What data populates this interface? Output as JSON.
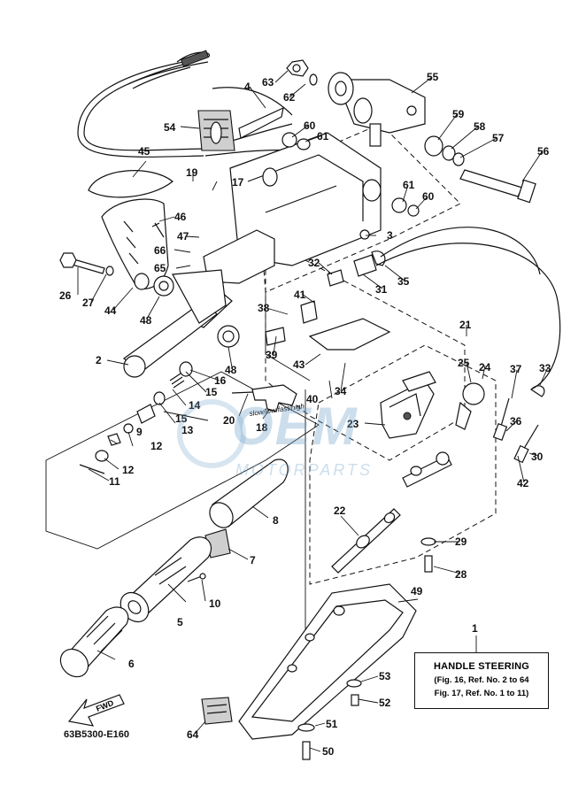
{
  "diagram_code": "63B5300-E160",
  "watermark": {
    "main": "OEM",
    "sub": "MOTORPARTS"
  },
  "fwd_arrow_text": "FWD",
  "note": {
    "title": "HANDLE STEERING",
    "line1": "(Fig. 16, Ref. No. 2 to 64",
    "line2": "Fig. 17, Ref. No. 1 to 11)"
  },
  "grip_stamp_text": "slow/low  fast/high",
  "part_numbers": [
    "1",
    "2",
    "3",
    "4",
    "5",
    "6",
    "7",
    "8",
    "9",
    "10",
    "11",
    "12",
    "12",
    "13",
    "14",
    "15",
    "15",
    "16",
    "17",
    "18",
    "19",
    "20",
    "21",
    "22",
    "23",
    "24",
    "25",
    "26",
    "27",
    "28",
    "29",
    "30",
    "31",
    "32",
    "33",
    "34",
    "35",
    "36",
    "37",
    "38",
    "39",
    "40",
    "41",
    "42",
    "43",
    "44",
    "45",
    "46",
    "47",
    "48",
    "48",
    "49",
    "50",
    "51",
    "52",
    "53",
    "54",
    "55",
    "56",
    "57",
    "58",
    "59",
    "60",
    "60",
    "61",
    "61",
    "62",
    "63",
    "64",
    "65",
    "66"
  ]
}
